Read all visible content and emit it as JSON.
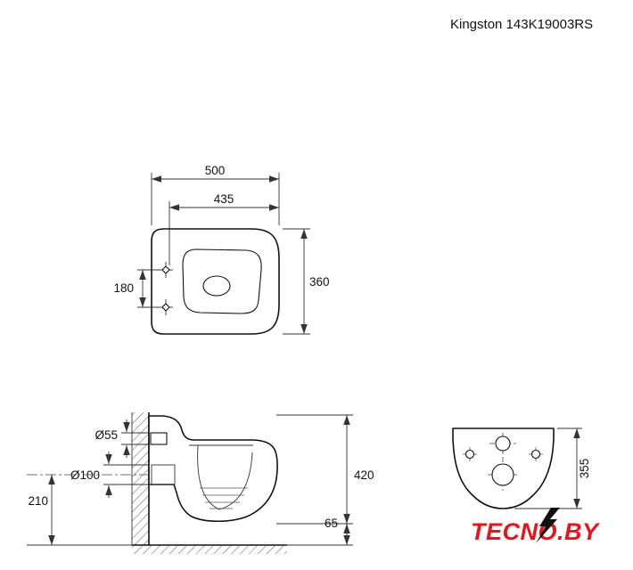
{
  "title": "Kingston 143K19003RS",
  "views": {
    "top": {
      "width": "500",
      "inner_width": "435",
      "depth": "360",
      "hole_spacing": "180"
    },
    "side": {
      "inlet_dia": "Ø55",
      "outlet_dia": "Ø100",
      "outlet_height": "210",
      "height": "420",
      "floor_gap": "65"
    },
    "rear": {
      "mount_height": "355"
    }
  },
  "logo": {
    "part1": "TECN",
    "part2": "O",
    "part3": ".BY"
  },
  "colors": {
    "logo_red": "#e8131c",
    "line": "#111111",
    "background": "#ffffff"
  }
}
